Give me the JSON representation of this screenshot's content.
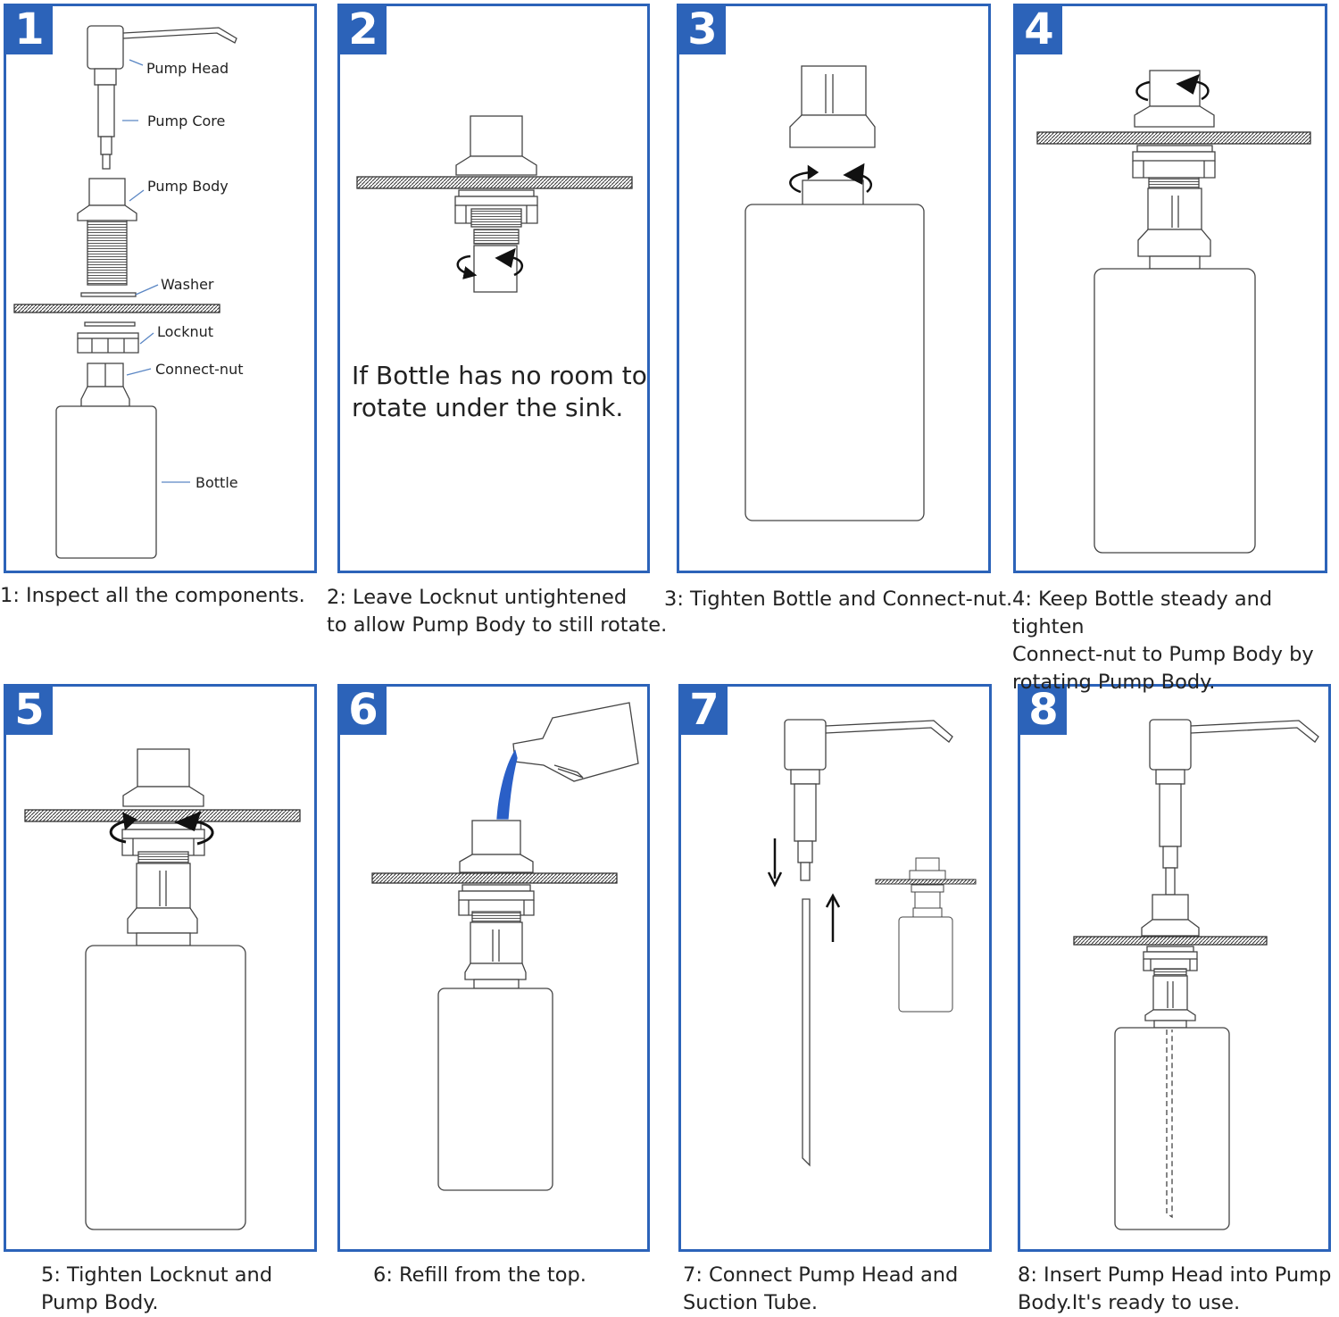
{
  "accent_color": "#2c63b9",
  "liquid_color": "#2a5fc7",
  "steps": [
    {
      "number": "1",
      "caption": "1: Inspect all the components."
    },
    {
      "number": "2",
      "caption": "2: Leave Locknut untightened\nto allow Pump Body to still rotate."
    },
    {
      "number": "3",
      "caption": "3: Tighten Bottle and Connect-nut."
    },
    {
      "number": "4",
      "caption": "4: Keep Bottle steady and tighten\nConnect-nut to Pump Body by\nrotating Pump Body."
    },
    {
      "number": "5",
      "caption": "5: Tighten Locknut and\nPump Body."
    },
    {
      "number": "6",
      "caption": "6: Refill from the top."
    },
    {
      "number": "7",
      "caption": "7: Connect Pump Head and\nSuction Tube."
    },
    {
      "number": "8",
      "caption": "8: Insert Pump Head into Pump\nBody.It's ready to use."
    }
  ],
  "component_labels": {
    "pump_head": "Pump Head",
    "pump_core": "Pump Core",
    "pump_body": "Pump Body",
    "washer": "Washer",
    "locknut": "Locknut",
    "connect_nut": "Connect-nut",
    "bottle": "Bottle"
  },
  "step2_note": "If Bottle has no room to\nrotate under the sink.",
  "icons": [
    "rotate-arrow-icon",
    "down-arrow-icon",
    "up-arrow-icon"
  ]
}
